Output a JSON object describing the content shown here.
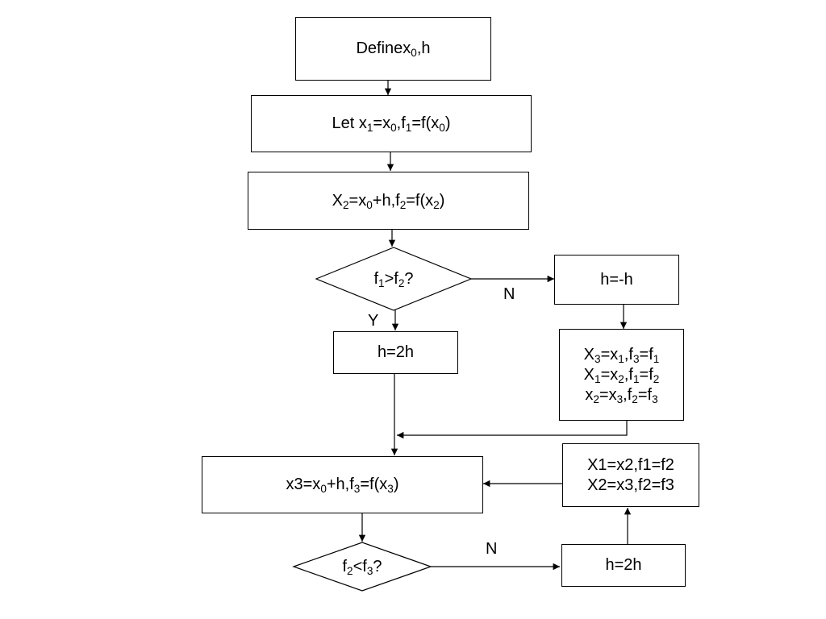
{
  "nodes": {
    "define": {
      "lines": [
        [
          {
            "t": "Definex"
          },
          {
            "s": "0"
          },
          {
            "t": ",h"
          }
        ]
      ]
    },
    "let": {
      "lines": [
        [
          {
            "t": "Let x"
          },
          {
            "s": "1"
          },
          {
            "t": "=x"
          },
          {
            "s": "0"
          },
          {
            "t": ",f"
          },
          {
            "s": "1"
          },
          {
            "t": "=f(x"
          },
          {
            "s": "0"
          },
          {
            "t": ")"
          }
        ]
      ]
    },
    "x2": {
      "lines": [
        [
          {
            "t": "X"
          },
          {
            "s": "2"
          },
          {
            "t": "=x"
          },
          {
            "s": "0"
          },
          {
            "t": "+h,f"
          },
          {
            "s": "2"
          },
          {
            "t": "=f(x"
          },
          {
            "s": "2"
          },
          {
            "t": ")"
          }
        ]
      ]
    },
    "cond1": {
      "lines": [
        [
          {
            "t": "f"
          },
          {
            "s": "1"
          },
          {
            "t": ">f"
          },
          {
            "s": "2"
          },
          {
            "t": "?"
          }
        ]
      ]
    },
    "neg_h": {
      "lines": [
        [
          {
            "t": "h=-h"
          }
        ]
      ]
    },
    "double_h1": {
      "lines": [
        [
          {
            "t": "h=2h"
          }
        ]
      ]
    },
    "swap": {
      "lines": [
        [
          {
            "t": "X"
          },
          {
            "s": "3"
          },
          {
            "t": "=x"
          },
          {
            "s": "1"
          },
          {
            "t": ",f"
          },
          {
            "s": "3"
          },
          {
            "t": "=f"
          },
          {
            "s": "1"
          }
        ],
        [
          {
            "t": "X"
          },
          {
            "s": "1"
          },
          {
            "t": "=x"
          },
          {
            "s": "2"
          },
          {
            "t": ",f"
          },
          {
            "s": "1"
          },
          {
            "t": "=f"
          },
          {
            "s": "2"
          }
        ],
        [
          {
            "t": "x"
          },
          {
            "s": "2"
          },
          {
            "t": "=x"
          },
          {
            "s": "3"
          },
          {
            "t": ",f"
          },
          {
            "s": "2"
          },
          {
            "t": "=f"
          },
          {
            "s": "3"
          }
        ]
      ]
    },
    "shift": {
      "lines": [
        [
          {
            "t": "X1=x2,f1=f2"
          }
        ],
        [
          {
            "t": "X2=x3,f2=f3"
          }
        ]
      ]
    },
    "x3": {
      "lines": [
        [
          {
            "t": "x3=x"
          },
          {
            "s": "0"
          },
          {
            "t": "+h,f"
          },
          {
            "s": "3"
          },
          {
            "t": "=f(x"
          },
          {
            "s": "3"
          },
          {
            "t": ")"
          }
        ]
      ]
    },
    "cond2": {
      "lines": [
        [
          {
            "t": "f"
          },
          {
            "s": "2"
          },
          {
            "t": "<f"
          },
          {
            "s": "3"
          },
          {
            "t": "?"
          }
        ]
      ]
    },
    "double_h2": {
      "lines": [
        [
          {
            "t": "h=2h"
          }
        ]
      ]
    }
  },
  "labels": {
    "cond1_no": "N",
    "cond1_yes": "Y",
    "cond2_no": "N"
  }
}
